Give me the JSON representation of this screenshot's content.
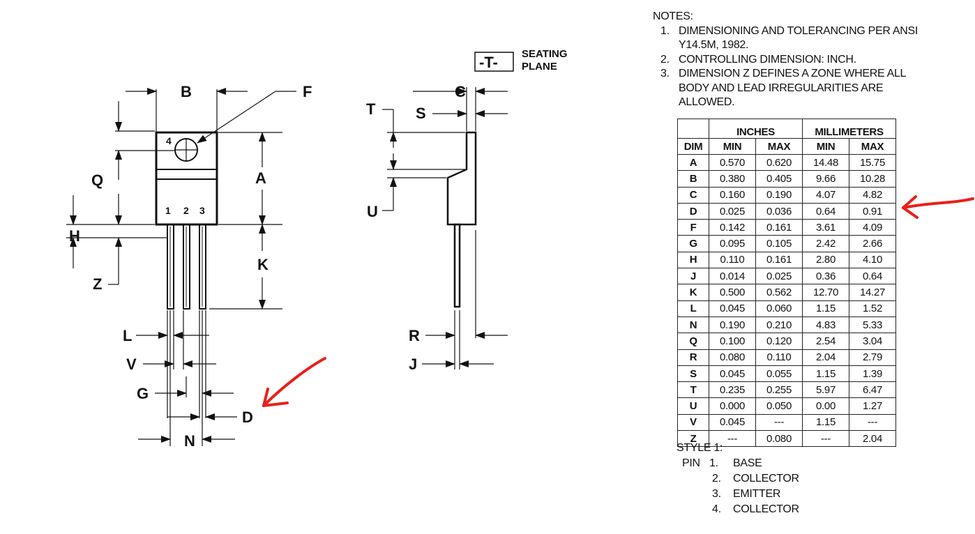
{
  "notes": {
    "heading": "NOTES:",
    "items": [
      {
        "num": "1.",
        "text": "DIMENSIONING AND TOLERANCING PER ANSI Y14.5M, 1982."
      },
      {
        "num": "2.",
        "text": "CONTROLLING DIMENSION: INCH."
      },
      {
        "num": "3.",
        "text": "DIMENSION Z DEFINES A ZONE WHERE ALL BODY AND LEAD IRREGULARITIES ARE ALLOWED."
      }
    ]
  },
  "table": {
    "group_headers": [
      "INCHES",
      "MILLIMETERS"
    ],
    "columns": [
      "DIM",
      "MIN",
      "MAX",
      "MIN",
      "MAX"
    ],
    "rows": [
      [
        "A",
        "0.570",
        "0.620",
        "14.48",
        "15.75"
      ],
      [
        "B",
        "0.380",
        "0.405",
        "9.66",
        "10.28"
      ],
      [
        "C",
        "0.160",
        "0.190",
        "4.07",
        "4.82"
      ],
      [
        "D",
        "0.025",
        "0.036",
        "0.64",
        "0.91"
      ],
      [
        "F",
        "0.142",
        "0.161",
        "3.61",
        "4.09"
      ],
      [
        "G",
        "0.095",
        "0.105",
        "2.42",
        "2.66"
      ],
      [
        "H",
        "0.110",
        "0.161",
        "2.80",
        "4.10"
      ],
      [
        "J",
        "0.014",
        "0.025",
        "0.36",
        "0.64"
      ],
      [
        "K",
        "0.500",
        "0.562",
        "12.70",
        "14.27"
      ],
      [
        "L",
        "0.045",
        "0.060",
        "1.15",
        "1.52"
      ],
      [
        "N",
        "0.190",
        "0.210",
        "4.83",
        "5.33"
      ],
      [
        "Q",
        "0.100",
        "0.120",
        "2.54",
        "3.04"
      ],
      [
        "R",
        "0.080",
        "0.110",
        "2.04",
        "2.79"
      ],
      [
        "S",
        "0.045",
        "0.055",
        "1.15",
        "1.39"
      ],
      [
        "T",
        "0.235",
        "0.255",
        "5.97",
        "6.47"
      ],
      [
        "U",
        "0.000",
        "0.050",
        "0.00",
        "1.27"
      ],
      [
        "V",
        "0.045",
        "---",
        "1.15",
        "---"
      ],
      [
        "Z",
        "---",
        "0.080",
        "---",
        "2.04"
      ]
    ]
  },
  "style": {
    "heading": "STYLE 1:",
    "pin_prefix": "PIN",
    "pins": [
      {
        "num": "1.",
        "name": "BASE"
      },
      {
        "num": "2.",
        "name": "COLLECTOR"
      },
      {
        "num": "3.",
        "name": "EMITTER"
      },
      {
        "num": "4.",
        "name": "COLLECTOR"
      }
    ]
  },
  "drawing": {
    "front_labels": [
      "B",
      "F",
      "Q",
      "A",
      "H",
      "Z",
      "K",
      "L",
      "V",
      "G",
      "D",
      "N"
    ],
    "pin_numbers": [
      "1",
      "2",
      "3",
      "4"
    ],
    "side_labels": [
      "C",
      "S",
      "T",
      "U",
      "R",
      "J"
    ],
    "datum": "-T-",
    "seating_line1": "SEATING",
    "seating_line2": "PLANE",
    "annotation_color": "#e8201a"
  }
}
